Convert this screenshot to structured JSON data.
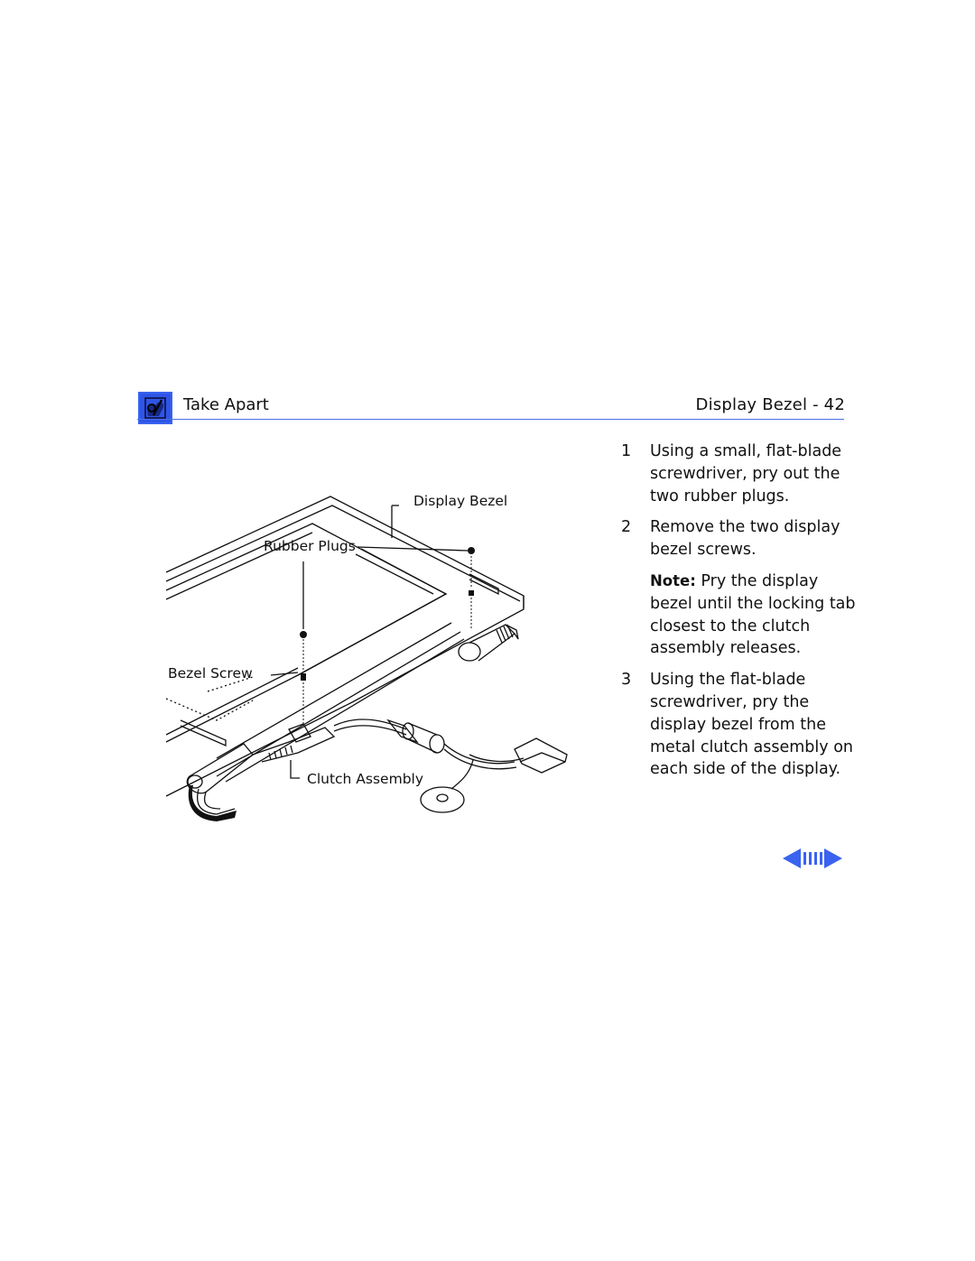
{
  "header": {
    "section": "Take Apart",
    "page_title": "Display Bezel - 42",
    "logo_icon": "apple-service-logo-icon"
  },
  "figure": {
    "callouts": {
      "display_bezel": "Display Bezel",
      "rubber_plugs": "Rubber Plugs",
      "bezel_screw": "Bezel Screw",
      "clutch_assembly": "Clutch Assembly"
    }
  },
  "steps": [
    {
      "num": "1",
      "text": "Using a small, flat-blade screwdriver, pry out the two rubber plugs."
    },
    {
      "num": "2",
      "text": "Remove the two display bezel screws."
    },
    {
      "num": "3",
      "text": "Using the flat-blade screwdriver, pry the display bezel from the metal clutch assembly on each side of the display."
    }
  ],
  "note": {
    "label": "Note:",
    "text": "Pry the display bezel until the locking tab closest to the clutch assembly releases."
  },
  "nav": {
    "prev_icon": "left-arrow-icon",
    "index_icon": "page-index-icon",
    "next_icon": "right-arrow-icon"
  },
  "colors": {
    "accent": "#4a6fe8",
    "logo_bg": "#3a63f0"
  }
}
